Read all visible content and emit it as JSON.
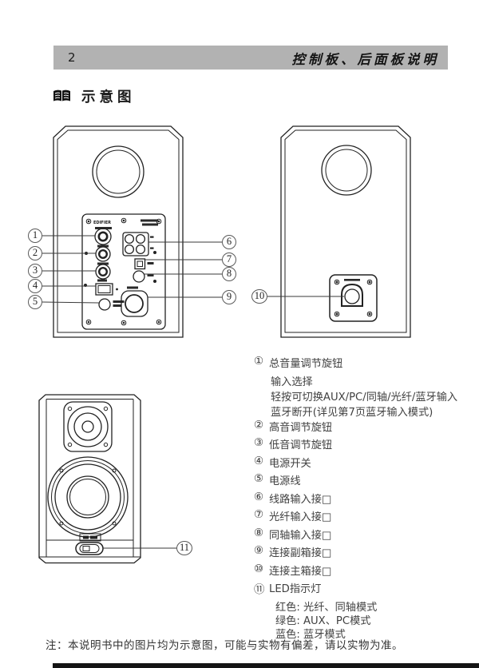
{
  "page": {
    "number": "2",
    "header_title": "控制板、后面板说明",
    "section_title": "示意图",
    "note": "注：本说明书中的图片均为示意图，可能与实物有偏差，请以实物为准。"
  },
  "panel": {
    "brand": "EDIFIER"
  },
  "callouts": {
    "c1": "1",
    "c2": "2",
    "c3": "3",
    "c4": "4",
    "c5": "5",
    "c6": "6",
    "c7": "7",
    "c8": "8",
    "c9": "9",
    "c10": "10",
    "c11": "11"
  },
  "legend": {
    "lines": [
      {
        "num": "①",
        "text": "总音量调节旋钮"
      },
      {
        "num": "",
        "text": "输入选择"
      },
      {
        "num": "",
        "text": "轻按可切换AUX/PC/同轴/光纤/蓝牙输入"
      },
      {
        "num": "",
        "text": "蓝牙断开(详见第7页蓝牙输入模式)"
      },
      {
        "num": "②",
        "text": "高音调节旋钮"
      },
      {
        "num": "③",
        "text": "低音调节旋钮"
      },
      {
        "num": "④",
        "text": "电源开关"
      },
      {
        "num": "⑤",
        "text": "电源线"
      },
      {
        "num": "⑥",
        "text": "线路输入接□"
      },
      {
        "num": "⑦",
        "text": "光纤输入接□"
      },
      {
        "num": "⑧",
        "text": "同轴输入接□"
      },
      {
        "num": "⑨",
        "text": "连接副箱接□"
      },
      {
        "num": "⑩",
        "text": "连接主箱接□"
      },
      {
        "num": "⑪",
        "text": "LED指示灯"
      },
      {
        "num": "",
        "text": "红色: 光纤、同轴模式"
      },
      {
        "num": "",
        "text": "绿色: AUX、PC模式"
      },
      {
        "num": "",
        "text": "蓝色: 蓝牙模式"
      }
    ]
  }
}
